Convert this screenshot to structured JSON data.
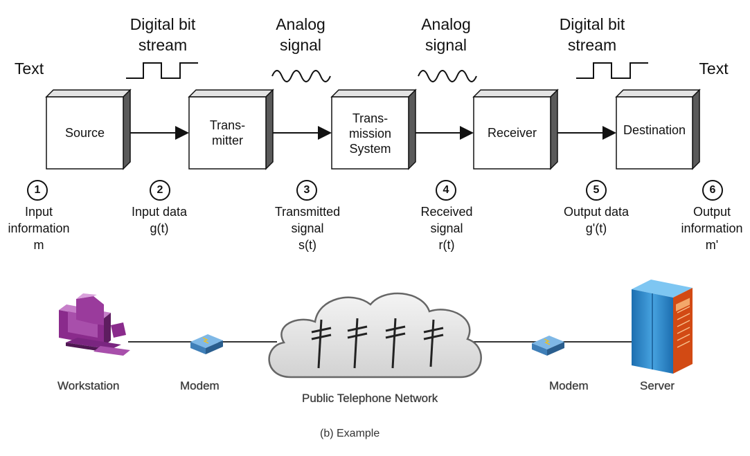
{
  "flow": {
    "top_labels": [
      "Digital bit\nstream",
      "Analog\nsignal",
      "Analog\nsignal",
      "Digital bit\nstream"
    ],
    "text_left": "Text",
    "text_right": "Text",
    "boxes": [
      "Source",
      "Trans-\nmitter",
      "Trans-\nmission\nSystem",
      "Receiver",
      "Destination"
    ],
    "points": [
      {
        "num": "1",
        "label": "Input\ninformation\nm"
      },
      {
        "num": "2",
        "label": "Input data\ng(t)"
      },
      {
        "num": "3",
        "label": "Transmitted\nsignal\ns(t)"
      },
      {
        "num": "4",
        "label": "Received\nsignal\nr(t)"
      },
      {
        "num": "5",
        "label": "Output data\ng'(t)"
      },
      {
        "num": "6",
        "label": "Output\ninformation\nm'"
      }
    ]
  },
  "example": {
    "workstation": "Workstation",
    "modem_left": "Modem",
    "network": "Public Telephone Network",
    "modem_right": "Modem",
    "server": "Server",
    "caption": "(b) Example"
  },
  "icons": {
    "workstation": "computer-icon",
    "modem": "modem-icon",
    "cloud": "cloud-icon",
    "server": "server-icon"
  },
  "colors": {
    "workstation": "#8a2b8c",
    "modem": "#3f7fb8",
    "server": "#2f86c9",
    "server_panel": "#e0541c",
    "cloud": "#e4e4e4"
  }
}
